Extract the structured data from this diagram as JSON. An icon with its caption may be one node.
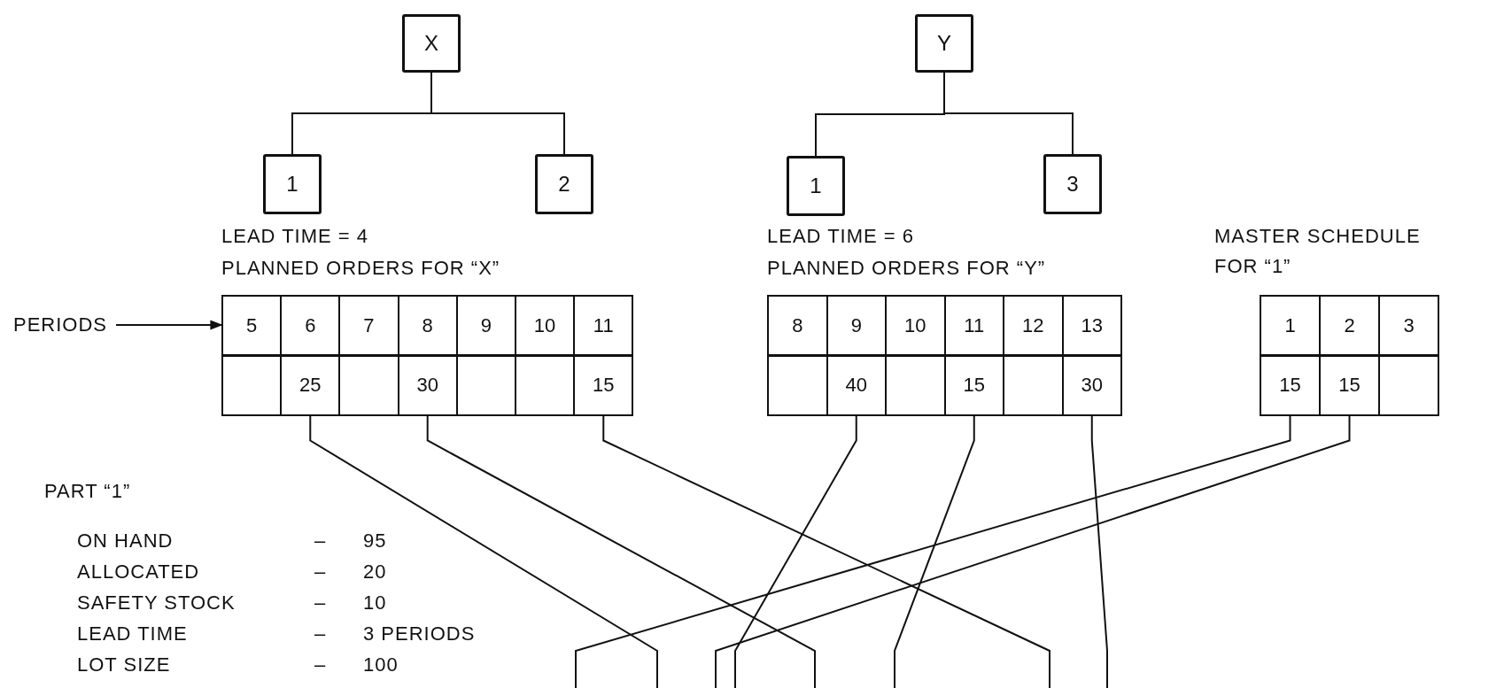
{
  "diagram": {
    "nodes": [
      {
        "text": [
          "X"
        ]
      },
      {
        "text": [
          "Y"
        ]
      },
      {
        "text": [
          "1"
        ]
      },
      {
        "text": [
          "2"
        ]
      },
      {
        "text": [
          "1"
        ]
      },
      {
        "text": [
          "3"
        ]
      },
      {
        "text": [
          "PERIODS"
        ]
      },
      {
        "text": [
          "LEAD TIME = 4",
          "PLANNED ORDERS FOR “X”"
        ]
      },
      {
        "text": [
          "5"
        ],
        "in": 7
      },
      {
        "text": [
          "6"
        ],
        "in": 7
      },
      {
        "text": [
          "7"
        ],
        "in": 7
      },
      {
        "text": [
          "8"
        ],
        "in": 7
      },
      {
        "text": [
          "9"
        ],
        "in": 7
      },
      {
        "text": [
          "10"
        ],
        "in": 7
      },
      {
        "text": [
          "11"
        ],
        "in": 7
      },
      {
        "text": [],
        "shape": "box",
        "in": 7
      },
      {
        "text": [
          "25"
        ],
        "in": 7
      },
      {
        "text": [],
        "shape": "box",
        "in": 7
      },
      {
        "text": [
          "30"
        ],
        "in": 7
      },
      {
        "text": [],
        "shape": "box",
        "in": 7
      },
      {
        "text": [],
        "shape": "box",
        "in": 7
      },
      {
        "text": [
          "15"
        ],
        "in": 7
      },
      {
        "text": [
          "LEAD TIME = 6",
          "PLANNED ORDERS FOR “Y”"
        ]
      },
      {
        "text": [
          "8"
        ],
        "in": 22
      },
      {
        "text": [
          "9"
        ],
        "in": 22
      },
      {
        "text": [
          "10"
        ],
        "in": 22
      },
      {
        "text": [
          "11"
        ],
        "in": 22
      },
      {
        "text": [
          "12"
        ],
        "in": 22
      },
      {
        "text": [
          "13"
        ],
        "in": 22
      },
      {
        "text": [],
        "shape": "box",
        "in": 22
      },
      {
        "text": [
          "40"
        ],
        "in": 22
      },
      {
        "text": [],
        "shape": "box",
        "in": 22
      },
      {
        "text": [
          "15"
        ],
        "in": 22
      },
      {
        "text": [],
        "shape": "box",
        "in": 22
      },
      {
        "text": [
          "30"
        ],
        "in": 22
      },
      {
        "text": [
          "MASTER SCHEDULE FOR “1”"
        ]
      },
      {
        "text": [
          "1"
        ],
        "in": 35
      },
      {
        "text": [
          "2"
        ],
        "in": 35
      },
      {
        "text": [
          "3"
        ],
        "in": 35
      },
      {
        "text": [
          "15"
        ],
        "in": 35
      },
      {
        "text": [
          "15"
        ],
        "in": 35
      },
      {
        "text": [],
        "shape": "box",
        "in": 35
      }
    ],
    "edges": [
      {
        "from": 0,
        "to": 2,
        "arrow": "none"
      },
      {
        "from": 0,
        "to": 3,
        "arrow": "none"
      },
      {
        "from": 1,
        "to": 4,
        "arrow": "none"
      },
      {
        "from": 1,
        "to": 5,
        "arrow": "none"
      },
      {
        "from": 6,
        "to": 8,
        "arrow": "to"
      },
      {
        "from": 16,
        "to": null,
        "arrow": "none"
      },
      {
        "from": 18,
        "to": null,
        "arrow": "none"
      },
      {
        "from": 21,
        "to": null,
        "arrow": "none"
      },
      {
        "from": 30,
        "to": null,
        "arrow": "none"
      },
      {
        "from": 32,
        "to": null,
        "arrow": "none"
      },
      {
        "from": 34,
        "to": null,
        "arrow": "none"
      },
      {
        "from": 39,
        "to": null,
        "arrow": "none"
      },
      {
        "from": 40,
        "to": null,
        "arrow": "none"
      }
    ],
    "labels": [
      "PART “1”",
      "ON HAND",
      "–",
      "95",
      "ALLOCATED",
      "–",
      "20",
      "SAFETY STOCK",
      "–",
      "10",
      "LEAD TIME",
      "–",
      "3 PERIODS",
      "LOT SIZE",
      "–",
      "100"
    ]
  }
}
